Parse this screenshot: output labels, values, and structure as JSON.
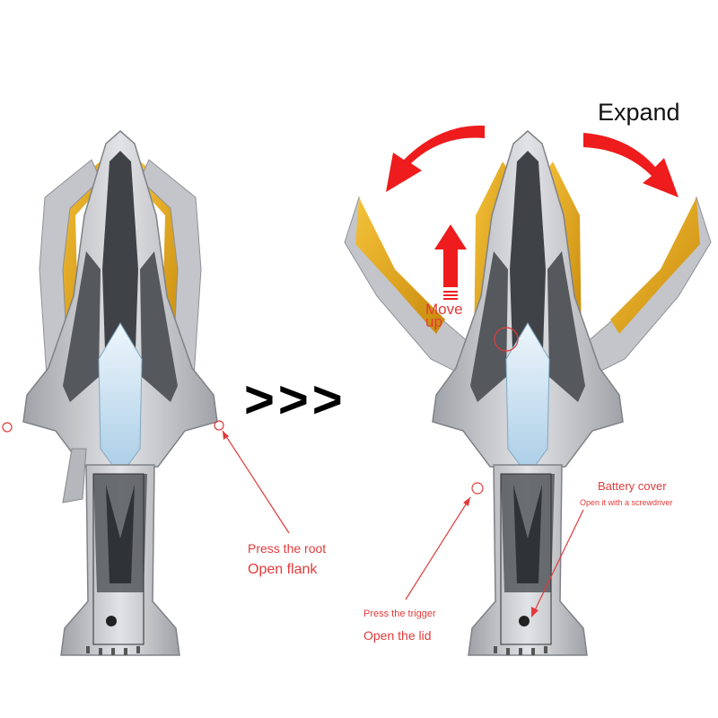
{
  "colors": {
    "arrow_red": "#ee1c1c",
    "label_red": "#e23a3a",
    "body_silver": "#bfc1c6",
    "body_dark": "#3f4247",
    "wing_gold": "#e9a617",
    "gem_blue": "#cfe4f3"
  },
  "labels": {
    "expand": "Expand",
    "move_up": "Move up",
    "separator": ">>>",
    "press_root": "Press the root",
    "open_flank": "Open flank",
    "press_trigger": "Press the trigger",
    "open_lid": "Open the lid",
    "battery_cover": "Battery cover",
    "screwdriver_note": "Open it with a screwdriver"
  },
  "icons": {
    "expand_left": "curved-arrow-left-icon",
    "expand_right": "curved-arrow-right-icon",
    "move_up": "up-arrow-icon"
  }
}
